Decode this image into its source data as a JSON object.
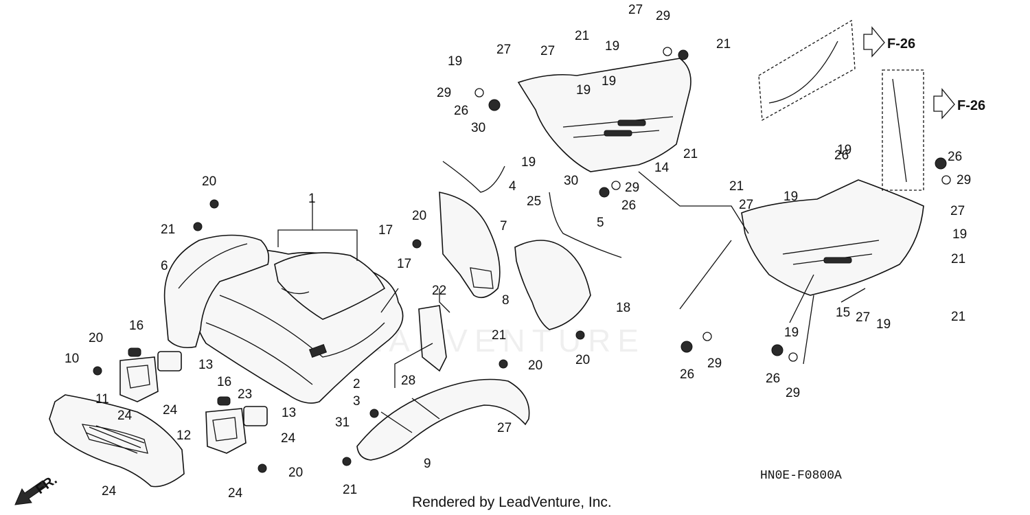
{
  "ref_arrows": [
    {
      "label": "F-26"
    },
    {
      "label": "F-26"
    }
  ],
  "front_indicator": "FR.",
  "watermark": "LEADVENTURE",
  "diagram_code": "HN0E-F0800A",
  "footer": "Rendered by LeadVenture, Inc.",
  "callouts": [
    {
      "label": "1"
    },
    {
      "label": "2"
    },
    {
      "label": "3"
    },
    {
      "label": "4"
    },
    {
      "label": "5"
    },
    {
      "label": "6"
    },
    {
      "label": "7"
    },
    {
      "label": "8"
    },
    {
      "label": "9"
    },
    {
      "label": "10"
    },
    {
      "label": "11"
    },
    {
      "label": "12"
    },
    {
      "label": "13"
    },
    {
      "label": "13"
    },
    {
      "label": "14"
    },
    {
      "label": "15"
    },
    {
      "label": "16"
    },
    {
      "label": "16"
    },
    {
      "label": "17"
    },
    {
      "label": "17"
    },
    {
      "label": "18"
    },
    {
      "label": "19"
    },
    {
      "label": "19"
    },
    {
      "label": "19"
    },
    {
      "label": "19"
    },
    {
      "label": "19"
    },
    {
      "label": "19"
    },
    {
      "label": "19"
    },
    {
      "label": "19"
    },
    {
      "label": "19"
    },
    {
      "label": "19"
    },
    {
      "label": "20"
    },
    {
      "label": "20"
    },
    {
      "label": "20"
    },
    {
      "label": "20"
    },
    {
      "label": "20"
    },
    {
      "label": "20"
    },
    {
      "label": "21"
    },
    {
      "label": "21"
    },
    {
      "label": "21"
    },
    {
      "label": "21"
    },
    {
      "label": "21"
    },
    {
      "label": "21"
    },
    {
      "label": "21"
    },
    {
      "label": "21"
    },
    {
      "label": "21"
    },
    {
      "label": "22"
    },
    {
      "label": "23"
    },
    {
      "label": "24"
    },
    {
      "label": "24"
    },
    {
      "label": "24"
    },
    {
      "label": "24"
    },
    {
      "label": "24"
    },
    {
      "label": "25"
    },
    {
      "label": "26"
    },
    {
      "label": "26"
    },
    {
      "label": "26"
    },
    {
      "label": "26"
    },
    {
      "label": "26"
    },
    {
      "label": "26"
    },
    {
      "label": "27"
    },
    {
      "label": "27"
    },
    {
      "label": "27"
    },
    {
      "label": "27"
    },
    {
      "label": "27"
    },
    {
      "label": "27"
    },
    {
      "label": "27"
    },
    {
      "label": "28"
    },
    {
      "label": "29"
    },
    {
      "label": "29"
    },
    {
      "label": "29"
    },
    {
      "label": "29"
    },
    {
      "label": "29"
    },
    {
      "label": "29"
    },
    {
      "label": "30"
    },
    {
      "label": "30"
    },
    {
      "label": "31"
    }
  ]
}
